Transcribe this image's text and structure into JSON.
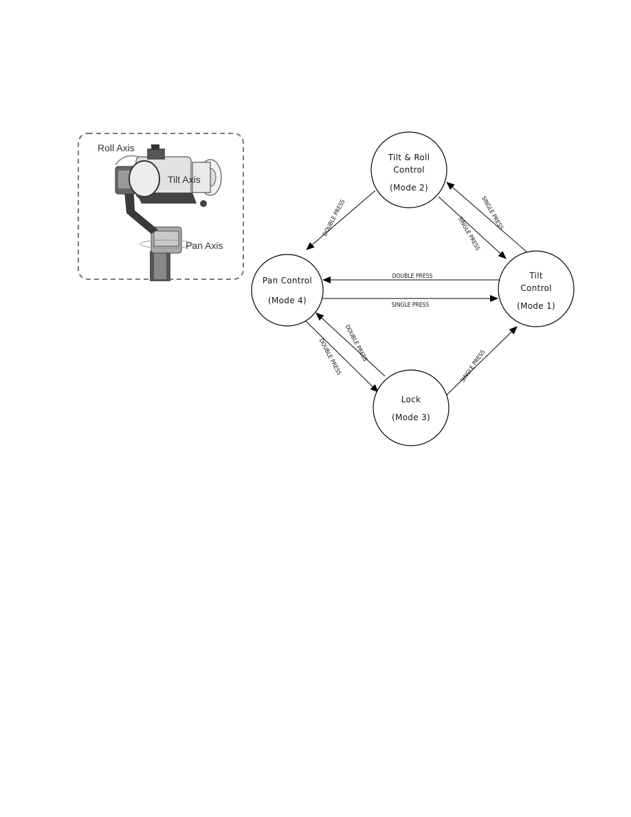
{
  "figure": {
    "axis_labels": {
      "roll": "Roll Axis",
      "tilt": "Tilt Axis",
      "pan": "Pan Axis"
    }
  },
  "diagram": {
    "nodes": {
      "tilt_roll": {
        "line1": "Tilt & Roll",
        "line2": "Control",
        "mode": "(Mode 2)"
      },
      "tilt": {
        "line1": "Tilt",
        "line2": "Control",
        "mode": "(Mode 1)"
      },
      "pan": {
        "line1": "Pan Control",
        "mode": "(Mode 4)"
      },
      "lock": {
        "line1": "Lock",
        "mode": "(Mode 3)"
      }
    },
    "edges": {
      "mode2_to_mode4": "DOUBLE PRESS",
      "mode2_to_mode1": "SINGLE PRESS",
      "mode1_to_mode2": "SINGLE PRESS",
      "mode1_to_mode4": "DOUBLE PRESS",
      "mode4_to_mode1": "SINGLE PRESS",
      "mode4_to_mode3": "DOUBLE PRESS",
      "mode3_to_mode4": "DOUBLE PRESS",
      "mode3_to_mode1": "SINGLE PRESS"
    }
  }
}
